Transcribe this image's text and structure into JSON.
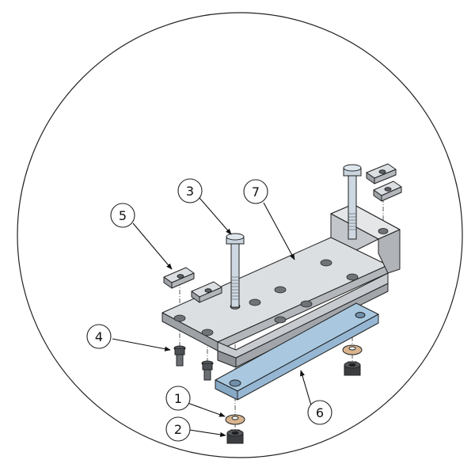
{
  "callouts": [
    {
      "id": "1",
      "label": "1"
    },
    {
      "id": "2",
      "label": "2"
    },
    {
      "id": "3",
      "label": "3"
    },
    {
      "id": "4",
      "label": "4"
    },
    {
      "id": "5",
      "label": "5"
    },
    {
      "id": "6",
      "label": "6"
    },
    {
      "id": "7",
      "label": "7"
    }
  ],
  "colors": {
    "steel_light": "#d9dcdf",
    "steel_mid": "#b9bdc1",
    "steel_dark": "#8e9297",
    "plate_blue": "#a9c8e0",
    "plate_blue_dark": "#86a9c6",
    "washer": "#d8b48f",
    "nut": "#3b3d40",
    "outline": "#222222"
  }
}
